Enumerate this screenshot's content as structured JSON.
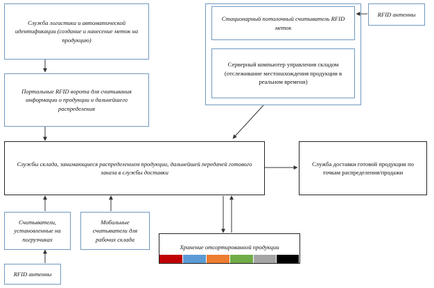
{
  "nodes": {
    "logistics": "Служба логистики и автоматической идентификации (создание и нанесение меток на продукцию)",
    "portal": "Портальные RFID ворота для считывания информации о продукции и дальнейшего распределения",
    "ceiling_reader": "Стационарный потолочный считыватель RFID меток",
    "rfid_antennas_top": "RFID антенны",
    "server": "Серверный компьютер управления складом (отслеживание местонахождения продукции в реальном времени)",
    "warehouse": "Службы склада, занимающиеся распределением продукции, дальнейшей передачей готового заказа в службы доставки",
    "delivery": "Служба доставки готовой продукции по точкам распределения/продажи",
    "forklift_readers": "Считыватели, установленные на погрузчиках",
    "mobile_readers": "Мобильные считыватели для рабочих склада",
    "rfid_antennas_bottom": "RFID антенны",
    "storage": "Хранение отсортированной продукции"
  },
  "storage_colors": [
    "#c00000",
    "#5b9bd5",
    "#ed7d31",
    "#70ad47",
    "#a5a5a5",
    "#000000"
  ],
  "colors": {
    "blue_border": "#6f98c0",
    "black_border": "#222222",
    "arrow": "#333333"
  }
}
